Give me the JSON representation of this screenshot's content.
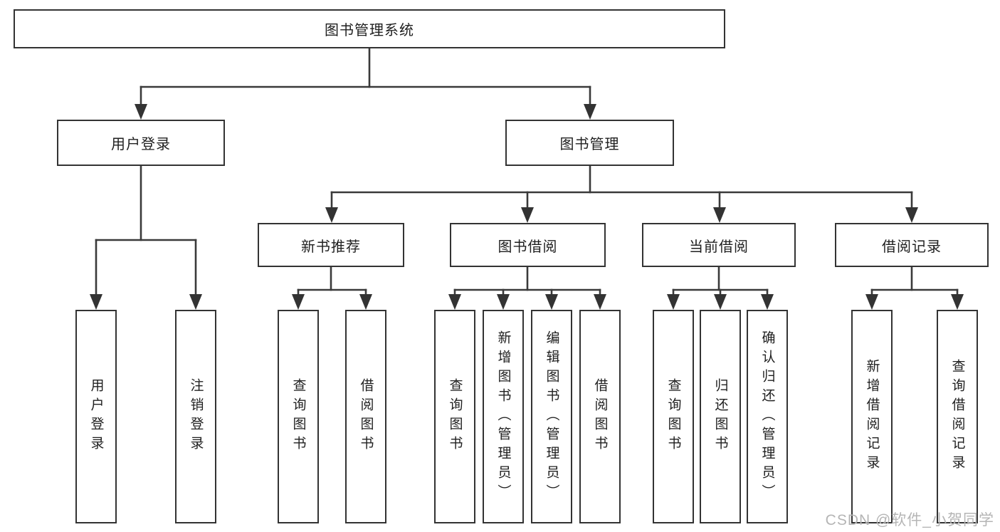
{
  "tree": {
    "root": {
      "label": "图书管理系统",
      "children": [
        {
          "label": "用户登录",
          "children": [
            {
              "label": "用户登录"
            },
            {
              "label": "注销登录"
            }
          ]
        },
        {
          "label": "图书管理",
          "children": [
            {
              "label": "新书推荐",
              "children": [
                {
                  "label": "查询图书"
                },
                {
                  "label": "借阅图书"
                }
              ]
            },
            {
              "label": "图书借阅",
              "children": [
                {
                  "label": "查询图书"
                },
                {
                  "label": "新增图书（管理员）"
                },
                {
                  "label": "编辑图书（管理员）"
                },
                {
                  "label": "借阅图书"
                }
              ]
            },
            {
              "label": "当前借阅",
              "children": [
                {
                  "label": "查询图书"
                },
                {
                  "label": "归还图书"
                },
                {
                  "label": "确认归还（管理员）"
                }
              ]
            },
            {
              "label": "借阅记录",
              "children": [
                {
                  "label": "新增借阅记录"
                },
                {
                  "label": "查询借阅记录"
                }
              ]
            }
          ]
        }
      ]
    }
  },
  "watermark": {
    "text": "CSDN @软件_小贺同学"
  },
  "colors": {
    "line": "#3a3a3a",
    "border": "#333333",
    "background": "#ffffff",
    "text": "#1f1f1f",
    "watermark": "#b5b5b5"
  }
}
